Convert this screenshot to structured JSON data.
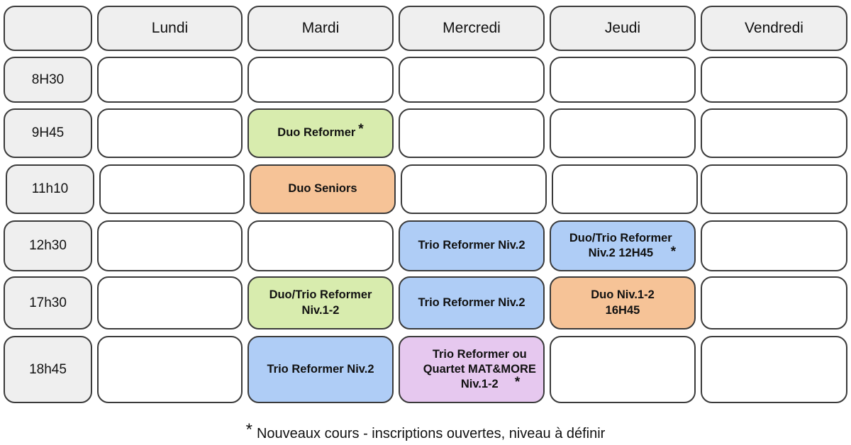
{
  "days": [
    "Lundi",
    "Mardi",
    "Mercredi",
    "Jeudi",
    "Vendredi"
  ],
  "times": [
    "8H30",
    "9H45",
    "11h10",
    "12h30",
    "17h30",
    "18h45"
  ],
  "courses": {
    "mardi_9h45": "Duo Reformer",
    "mardi_11h10": "Duo Seniors",
    "mercredi_12h30": "Trio Reformer Niv.2",
    "jeudi_12h30": "Duo/Trio Reformer\nNiv.2 12H45",
    "mardi_17h30": "Duo/Trio Reformer\nNiv.1-2",
    "mercredi_17h30": "Trio Reformer Niv.2",
    "jeudi_17h30": "Duo Niv.1-2\n16H45",
    "mardi_18h45": "Trio Reformer Niv.2",
    "mercredi_18h45": "Trio Reformer ou\nQuartet MAT&MORE\nNiv.1-2"
  },
  "new_marker": "*",
  "footer": {
    "marker": "*",
    "text": "Nouveaux cours - inscriptions ouvertes, niveau à définir"
  },
  "colors": {
    "header_bg": "#efefef",
    "green": "#d8ecae",
    "orange": "#f6c397",
    "blue": "#afcdf6",
    "purple": "#e6c8ef"
  }
}
